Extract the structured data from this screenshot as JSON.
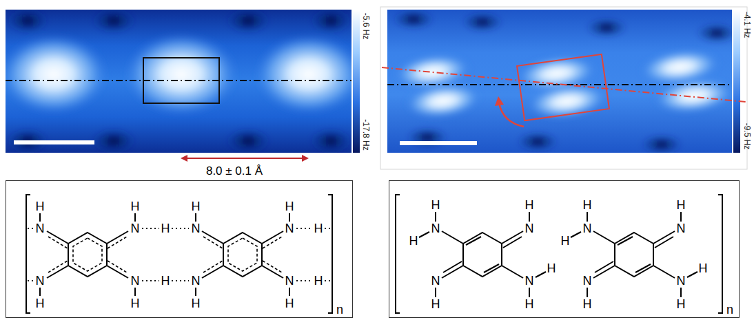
{
  "diagram": {
    "labels": [
      "-5.6 Hz",
      "-17.8 Hz",
      "8.0 ± 0.1 Å",
      "-4.1 Hz",
      "-9.5 Hz",
      "H",
      "H",
      "H",
      "H",
      "N",
      "N",
      "H",
      "N",
      "N",
      "H",
      "N",
      "N",
      "H",
      "N",
      "N",
      "H",
      "H",
      "H",
      "H",
      "H",
      "n",
      "H",
      "H",
      "H",
      "H",
      "H",
      "N",
      "N",
      "H",
      "N",
      "N",
      "N",
      "N",
      "H",
      "N",
      "N",
      "H",
      "H",
      "H",
      "H",
      "H",
      "n"
    ]
  }
}
